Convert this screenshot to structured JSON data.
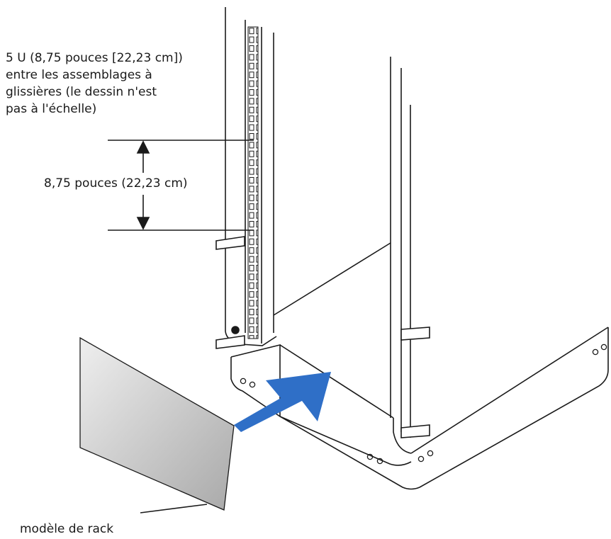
{
  "labels": {
    "spacing_note": [
      "5 U (8,75 pouces [22,23 cm])",
      "entre les assemblages à",
      "glissières (le dessin n'est",
      "pas à l'échelle)"
    ],
    "dimension": "8,75 pouces (22,23 cm)",
    "template": "modèle de rack"
  },
  "colors": {
    "arrow": "#2f6fc7",
    "template_fill_light": "#efefef",
    "template_fill_dark": "#a9a9a9",
    "line": "#1a1a1a"
  },
  "icons": {
    "insert_arrow": "lightning-arrow-icon"
  }
}
